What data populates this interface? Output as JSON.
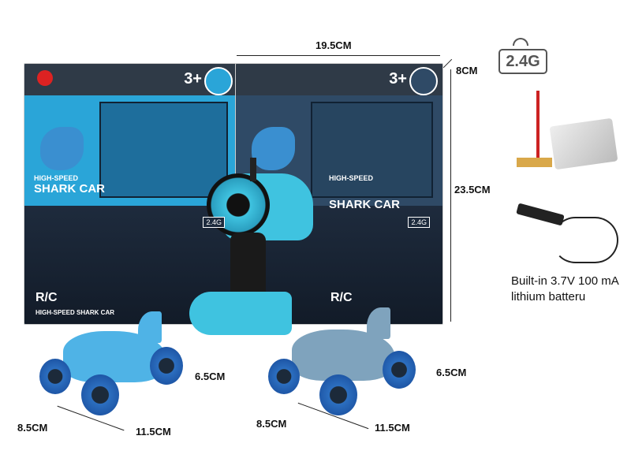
{
  "dimensions": {
    "box_width": "19.5CM",
    "box_depth": "8CM",
    "box_height": "23.5CM",
    "car1": {
      "height": "6.5CM",
      "depth": "8.5CM",
      "length": "11.5CM"
    },
    "car2": {
      "height": "6.5CM",
      "depth": "8.5CM",
      "length": "11.5CM"
    }
  },
  "frequency_badge": "2.4G",
  "battery_caption_line1": "Built-in 3.7V 100 mA",
  "battery_caption_line2": "lithium batteru",
  "package": {
    "age": "3+",
    "title_small": "HIGH-SPEED",
    "title_large": "SHARK CAR",
    "rc_label": "R/C",
    "rc_subtitle": "HIGH-SPEED SHARK CAR",
    "frequency": "2.4G"
  },
  "colors": {
    "blue_box": "#2aa5d8",
    "dark_box": "#1e2b3d",
    "car_blue": "#4fb3e6",
    "car_grey": "#7fa3bd"
  }
}
